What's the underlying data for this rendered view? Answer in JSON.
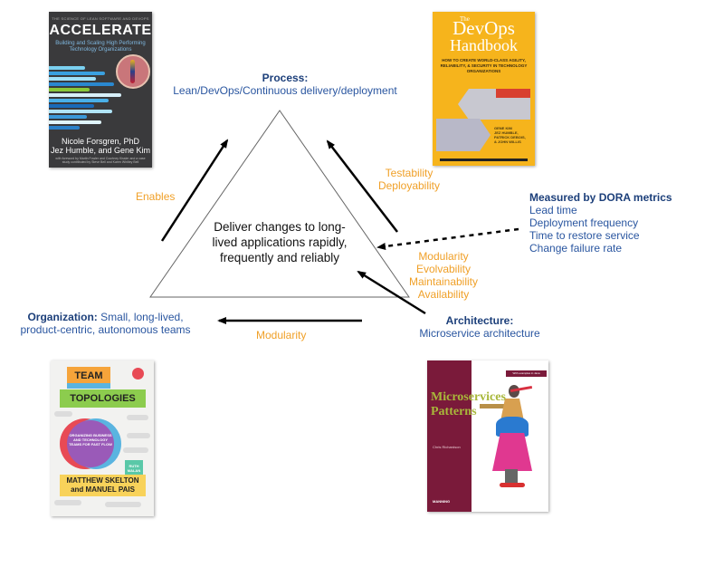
{
  "center_text": "Deliver changes to long-lived applications rapidly, frequently and reliably",
  "process": {
    "title": "Process:",
    "description": "Lean/DevOps/Continuous delivery/deployment"
  },
  "organization": {
    "title": "Organization:",
    "description_line1": "Small, long-lived,",
    "description_line2": "product-centric, autonomous teams"
  },
  "architecture": {
    "title": "Architecture:",
    "description": "Microservice architecture"
  },
  "dora": {
    "title": "Measured by DORA metrics",
    "metrics": [
      "Lead time",
      "Deployment frequency",
      "Time to restore service",
      "Change failure rate"
    ]
  },
  "edge_labels": {
    "enables": "Enables",
    "process_qualities": [
      "Testability",
      "Deployability"
    ],
    "architecture_qualities": [
      "Modularity",
      "Evolvability",
      "Maintainability",
      "Availability"
    ],
    "organization_quality": "Modularity"
  },
  "books": {
    "accelerate": {
      "supertitle": "THE SCIENCE OF LEAN SOFTWARE AND DEVOPS",
      "title": "ACCELERATE",
      "subtitle": "Building and Scaling High Performing Technology Organizations",
      "authors_line1": "Nicole Forsgren, PhD",
      "authors_line2": "Jez Humble, and Gene Kim",
      "footer": "with foreword by Martin Fowler and Courtney Kissler and a case study contributed by Steve Bell and Karen Whitley Bell"
    },
    "devops_handbook": {
      "the": "The",
      "title_line1": "DevOps",
      "title_line2": "Handbook",
      "subtitle": "HOW TO CREATE WORLD-CLASS AGILITY, RELIABILITY, & SECURITY IN TECHNOLOGY ORGANIZATIONS",
      "authors": [
        "GENE KIM",
        "JEZ HUMBLE,",
        "PATRICK DEBOIS,",
        "& JOHN WILLIS"
      ]
    },
    "team_topologies": {
      "title_line1": "TEAM",
      "title_line2": "TOPOLOGIES",
      "subtitle": "ORGANIZING BUSINESS AND TECHNOLOGY TEAMS FOR FAST FLOW",
      "foreword": "RUTH MALAN",
      "authors_line1": "MATTHEW SKELTON",
      "authors_line2": "and MANUEL PAIS"
    },
    "microservices_patterns": {
      "tag": "With examples in Java",
      "title_line1": "Microservices",
      "title_line2": "Patterns",
      "author": "Chris Richardson",
      "publisher": "MANNING"
    }
  },
  "colors": {
    "heading": "#1c3f7a",
    "text_blue": "#2a56a0",
    "label_orange": "#f0a028"
  }
}
